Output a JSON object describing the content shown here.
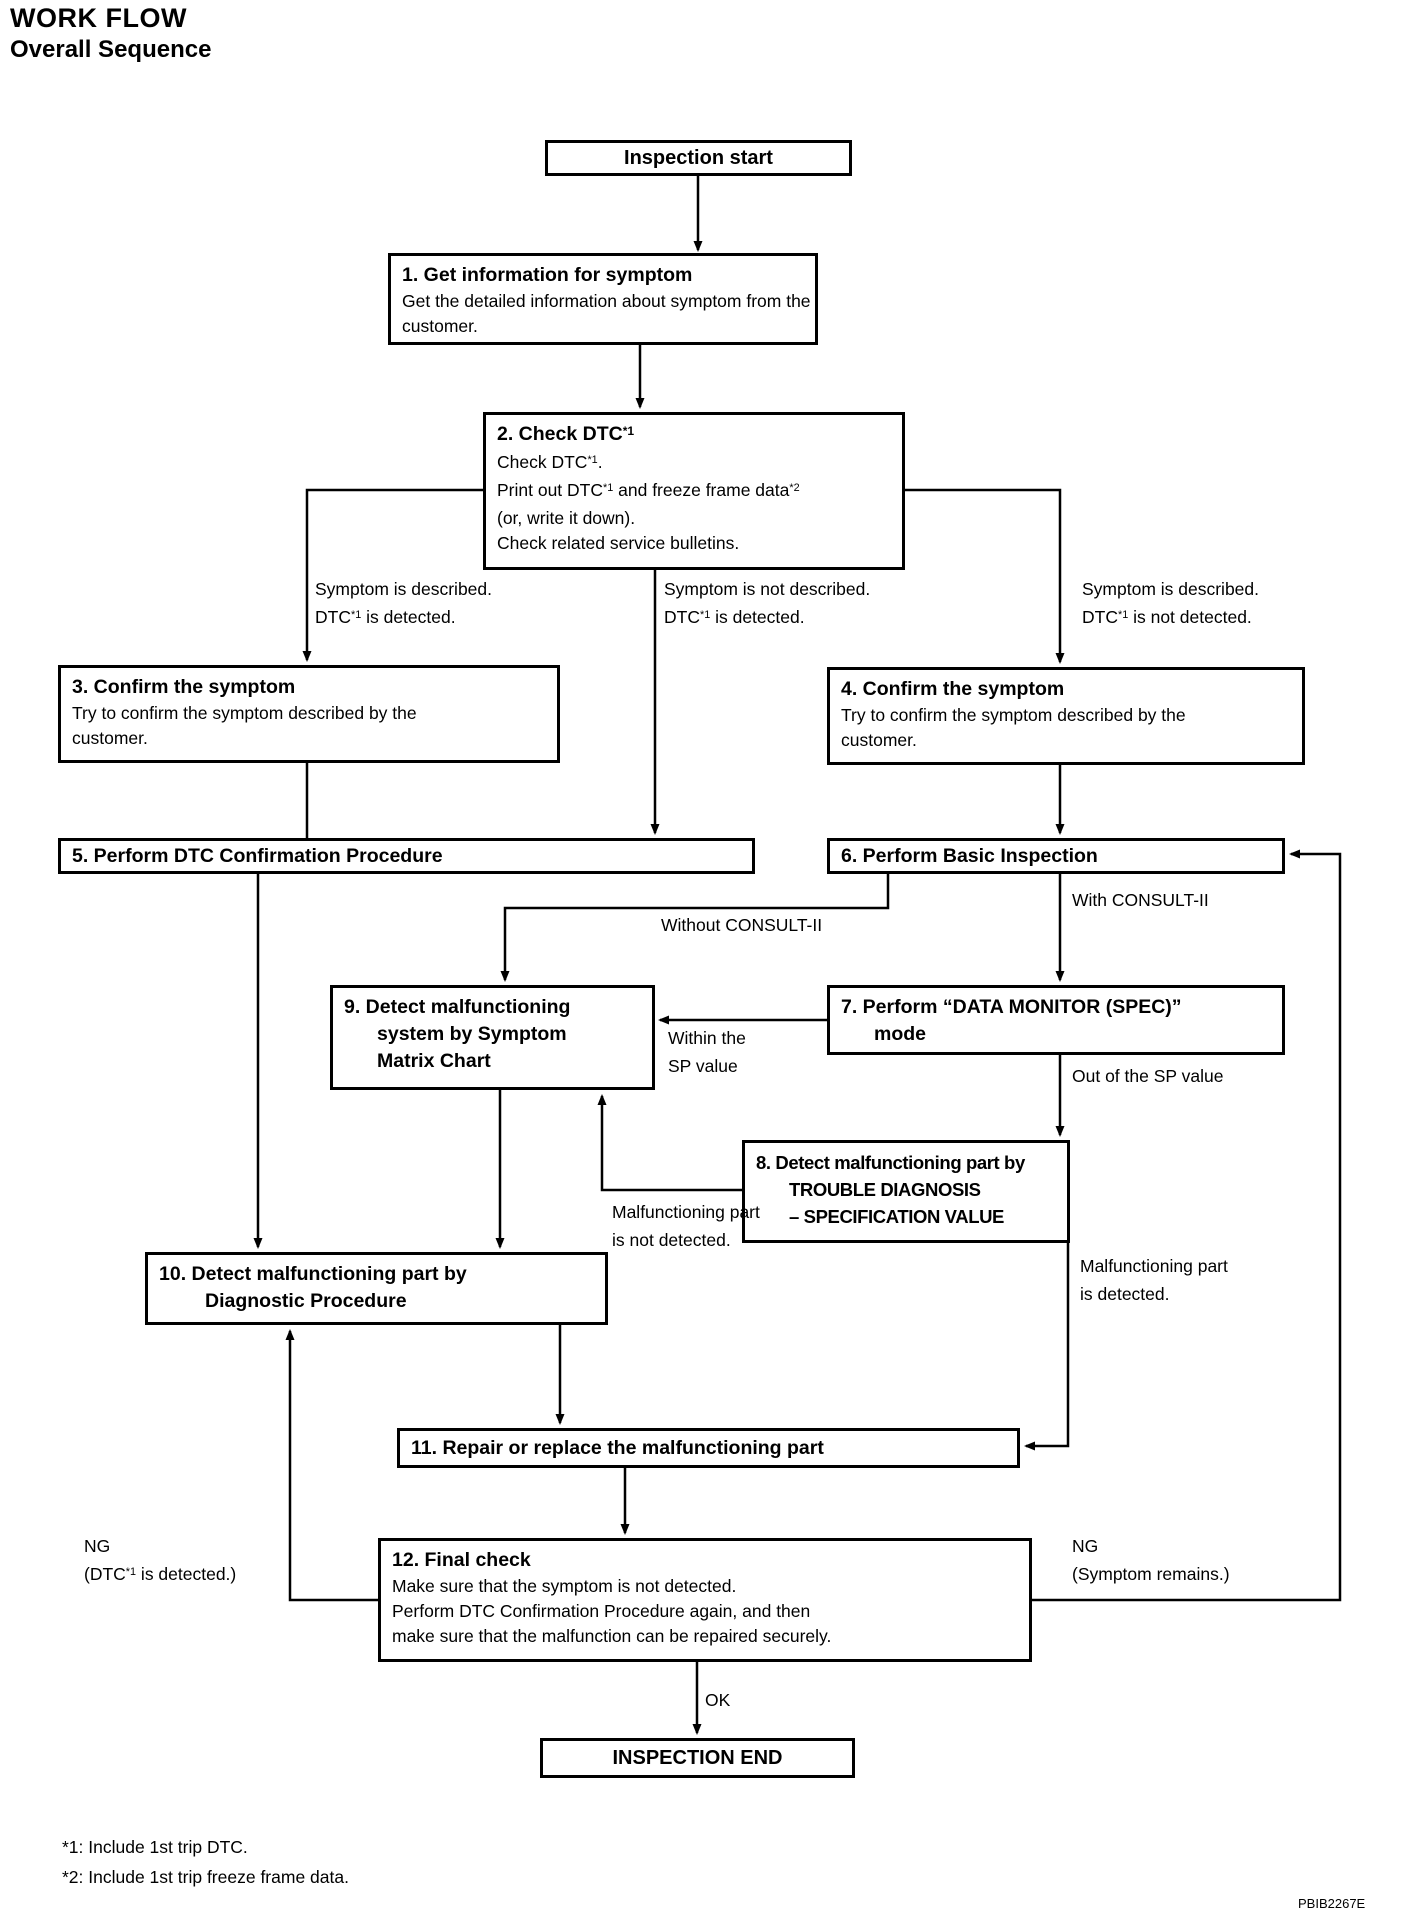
{
  "title": {
    "line1": "WORK FLOW",
    "line2": "Overall Sequence"
  },
  "colors": {
    "ink": "#000000",
    "paper": "#ffffff"
  },
  "nodes": {
    "start": {
      "label": "Inspection start"
    },
    "step1": {
      "title": [
        "1. Get information for symptom"
      ],
      "body": [
        "Get the detailed information about symptom from the",
        "customer."
      ]
    },
    "step2": {
      "title": [
        [
          {
            "t": "2. Check DTC"
          },
          {
            "s": "*1"
          }
        ]
      ],
      "body": [
        [
          {
            "t": "Check DTC"
          },
          {
            "s": "*1"
          },
          {
            "t": "."
          }
        ],
        [
          {
            "t": "Print out DTC"
          },
          {
            "s": "*1"
          },
          {
            "t": " and freeze frame data"
          },
          {
            "s": "*2"
          }
        ],
        "(or, write it down).",
        "Check related service bulletins."
      ]
    },
    "step3": {
      "title": [
        "3. Confirm the symptom"
      ],
      "body": [
        "Try to confirm the symptom described by the",
        "customer."
      ]
    },
    "step4": {
      "title": [
        "4. Confirm the symptom"
      ],
      "body": [
        "Try to confirm the symptom described by the",
        "customer."
      ]
    },
    "step5": {
      "title": [
        "5. Perform DTC Confirmation Procedure"
      ]
    },
    "step6": {
      "title": [
        "6. Perform Basic Inspection"
      ]
    },
    "step7": {
      "title": [
        "7. Perform “DATA MONITOR (SPEC)”",
        "mode"
      ]
    },
    "step8": {
      "title": [
        "8. Detect malfunctioning part by",
        "TROUBLE DIAGNOSIS",
        "– SPECIFICATION VALUE"
      ]
    },
    "step9": {
      "title": [
        "9. Detect malfunctioning",
        "system by Symptom",
        "Matrix Chart"
      ]
    },
    "step10": {
      "title": [
        "10. Detect malfunctioning part by",
        "Diagnostic Procedure"
      ]
    },
    "step11": {
      "title": [
        "11. Repair or replace the malfunctioning part"
      ]
    },
    "step12": {
      "title": [
        "12. Final check"
      ],
      "body": [
        "Make sure that the symptom is not detected.",
        "Perform DTC Confirmation Procedure again, and then",
        "make sure that the malfunction can be repaired securely."
      ]
    },
    "end": {
      "label": "INSPECTION END"
    }
  },
  "edge_labels": {
    "branch_left": [
      "Symptom is described.",
      [
        {
          "t": "DTC"
        },
        {
          "s": "*1"
        },
        {
          "t": " is detected."
        }
      ]
    ],
    "branch_mid": [
      "Symptom is not described.",
      [
        {
          "t": "DTC"
        },
        {
          "s": "*1"
        },
        {
          "t": " is detected."
        }
      ]
    ],
    "branch_right": [
      "Symptom is described.",
      [
        {
          "t": "DTC"
        },
        {
          "s": "*1"
        },
        {
          "t": " is not detected."
        }
      ]
    ],
    "without_consult": "Without CONSULT-II",
    "with_consult": "With CONSULT-II",
    "within_sp": [
      "Within the",
      "SP value"
    ],
    "out_sp": "Out of the SP value",
    "part_not_detected": [
      "Malfunctioning part",
      "is not detected."
    ],
    "part_detected": [
      "Malfunctioning part",
      "is detected."
    ],
    "ng_left": [
      "NG",
      [
        {
          "t": "(DTC"
        },
        {
          "s": "*1"
        },
        {
          "t": " is detected.)"
        }
      ]
    ],
    "ng_right": [
      "NG",
      "(Symptom remains.)"
    ],
    "ok": "OK"
  },
  "footnotes": [
    "*1: Include 1st trip DTC.",
    "*2: Include 1st trip freeze frame data."
  ],
  "ref_code": "PBIB2267E"
}
